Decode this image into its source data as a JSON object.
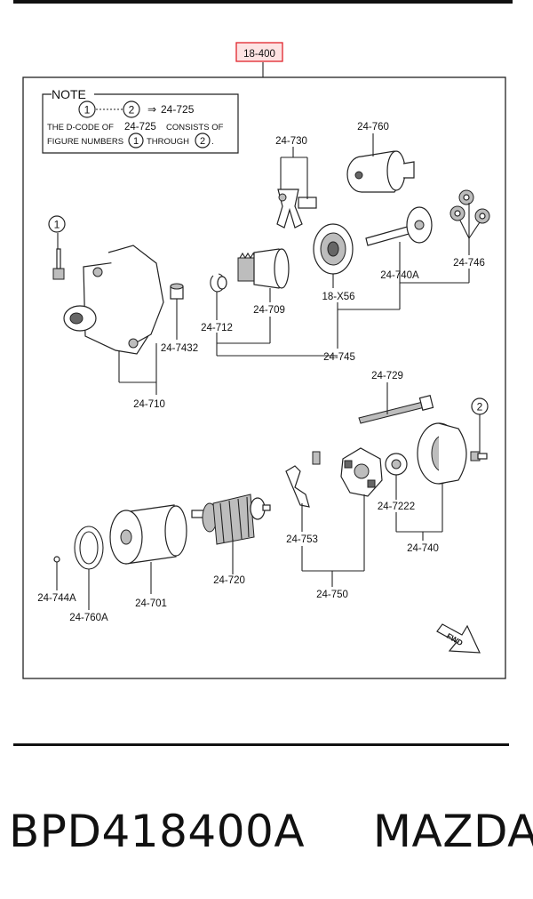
{
  "header_ref": "18-400",
  "note": {
    "heading": "NOTE",
    "line1_a": "1",
    "line1_b": "2",
    "line1_ref": "24-725",
    "line2_a": "THE D-CODE OF",
    "line2_b": "24-725",
    "line2_c": "CONSISTS OF",
    "line3_a": "FIGURE NUMBERS",
    "line3_b": "1",
    "line3_c": "THROUGH",
    "line3_d": "2"
  },
  "callouts": {
    "c1": "1",
    "c2": "2"
  },
  "labels": {
    "p24_760": "24-760",
    "p24_730": "24-730",
    "p24_746": "24-746",
    "p24_740A": "24-740A",
    "p18_X56": "18-X56",
    "p24_745": "24-745",
    "p24_709": "24-709",
    "p24_712": "24-712",
    "p24_7432": "24-7432",
    "p24_710": "24-710",
    "p24_729": "24-729",
    "p24_7222": "24-7222",
    "p24_740": "24-740",
    "p24_753": "24-753",
    "p24_750": "24-750",
    "p24_720": "24-720",
    "p24_701": "24-701",
    "p24_744A": "24-744A",
    "p24_760A": "24-760A",
    "fwd": "FWD"
  },
  "footer": {
    "part_number": "BPD418400A",
    "brand": "MAZDA"
  },
  "colors": {
    "highlight": "#e0242b",
    "highlight_fill": "#fde3e3",
    "ink": "#111111"
  }
}
